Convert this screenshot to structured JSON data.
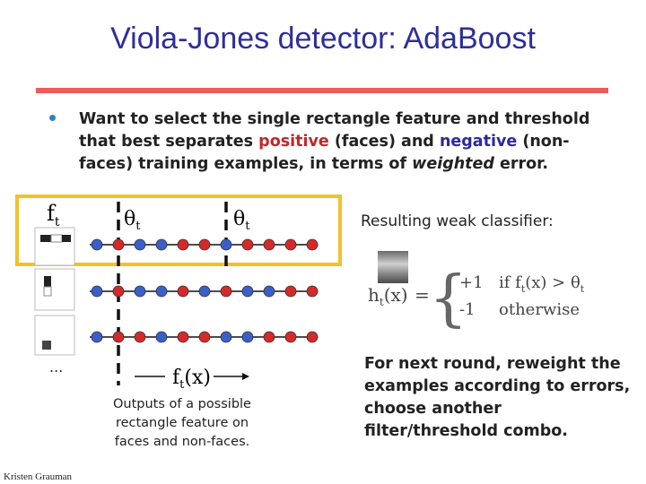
{
  "slide": {
    "title": "Viola-Jones detector: AdaBoost",
    "bullet": {
      "part1": "Want to select the single rectangle feature and threshold that best separates ",
      "positive": "positive",
      "part2": " (faces) and ",
      "negative": "negative",
      "part3": " (non-faces) training examples, in terms of ",
      "weighted": "weighted",
      "part4": " error."
    },
    "resulting_label": "Resulting weak classifier:",
    "next_round": "For next round, reweight the examples according to errors, choose another filter/threshold combo.",
    "outputs_caption": "Outputs of a possible rectangle feature on faces and non-faces.",
    "credit": "Kristen Grauman",
    "ellipsis": "...",
    "colors": {
      "title": "#2e2e9a",
      "rule": "#f05a5a",
      "highlight": "#f2c12a",
      "positive": "#c0282a",
      "negative": "#2a2aa0",
      "red_dot": "#d42a2a",
      "blue_dot": "#3a5fc8"
    }
  },
  "math": {
    "ft": "f",
    "ft_sub": "t",
    "theta": "θ",
    "theta_sub": "t",
    "fx": "f",
    "fx_sub": "t",
    "fx_arg": "(x)",
    "h": "h",
    "h_sub": "t",
    "h_arg": "(x)",
    "eq": "=",
    "case1_val": "+1",
    "case1_cond_pre": "if  f",
    "case1_cond_sub": "t",
    "case1_cond_post": "(x) > θ",
    "case1_cond_sub2": "t",
    "case2_val": "-1",
    "case2_cond": "otherwise"
  },
  "rows": [
    {
      "dots": [
        "blue",
        "red",
        "blue",
        "blue",
        "red",
        "red",
        "blue",
        "red",
        "red",
        "red",
        "red"
      ]
    },
    {
      "dots": [
        "blue",
        "red",
        "blue",
        "blue",
        "red",
        "blue",
        "red",
        "blue",
        "blue",
        "red",
        "red"
      ]
    },
    {
      "dots": [
        "blue",
        "red",
        "red",
        "blue",
        "red",
        "red",
        "blue",
        "blue",
        "red",
        "red",
        "red"
      ]
    }
  ]
}
